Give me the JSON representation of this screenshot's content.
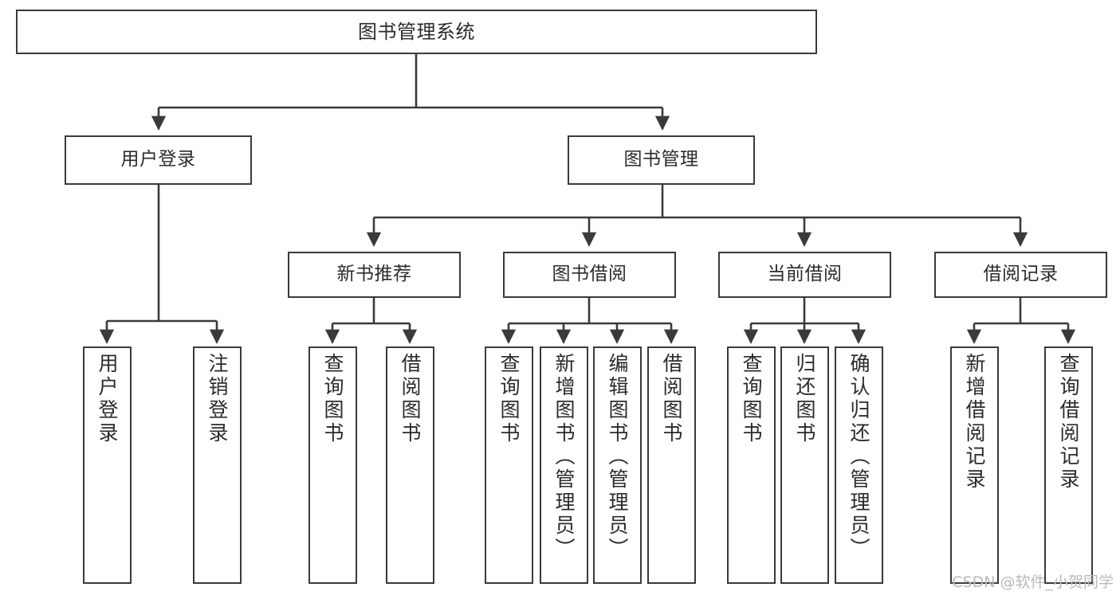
{
  "diagram": {
    "type": "tree",
    "title": "图书管理系统",
    "watermark": "CSDN @软件_小贺同学",
    "colors": {
      "stroke": "#3a3a3a",
      "fill": "#ffffff",
      "text": "#2b2b2b",
      "watermark": "#b9b9b9"
    }
  },
  "nodes": {
    "root": {
      "label": "图书管理系统"
    },
    "level2": [
      {
        "label": "用户登录"
      },
      {
        "label": "图书管理"
      }
    ],
    "level3": [
      {
        "label": "新书推荐"
      },
      {
        "label": "图书借阅"
      },
      {
        "label": "当前借阅"
      },
      {
        "label": "借阅记录"
      }
    ],
    "leaves": {
      "user_login": [
        {
          "label": "用户登录"
        },
        {
          "label": "注销登录"
        }
      ],
      "new_book": [
        {
          "label": "查询图书"
        },
        {
          "label": "借阅图书"
        }
      ],
      "book_borrow": [
        {
          "label": "查询图书"
        },
        {
          "label": "新增图书（管理员）"
        },
        {
          "label": "编辑图书（管理员）"
        },
        {
          "label": "借阅图书"
        }
      ],
      "current_borrow": [
        {
          "label": "查询图书"
        },
        {
          "label": "归还图书"
        },
        {
          "label": "确认归还（管理员）"
        }
      ],
      "borrow_record": [
        {
          "label": "新增借阅记录"
        },
        {
          "label": "查询借阅记录"
        }
      ]
    }
  }
}
